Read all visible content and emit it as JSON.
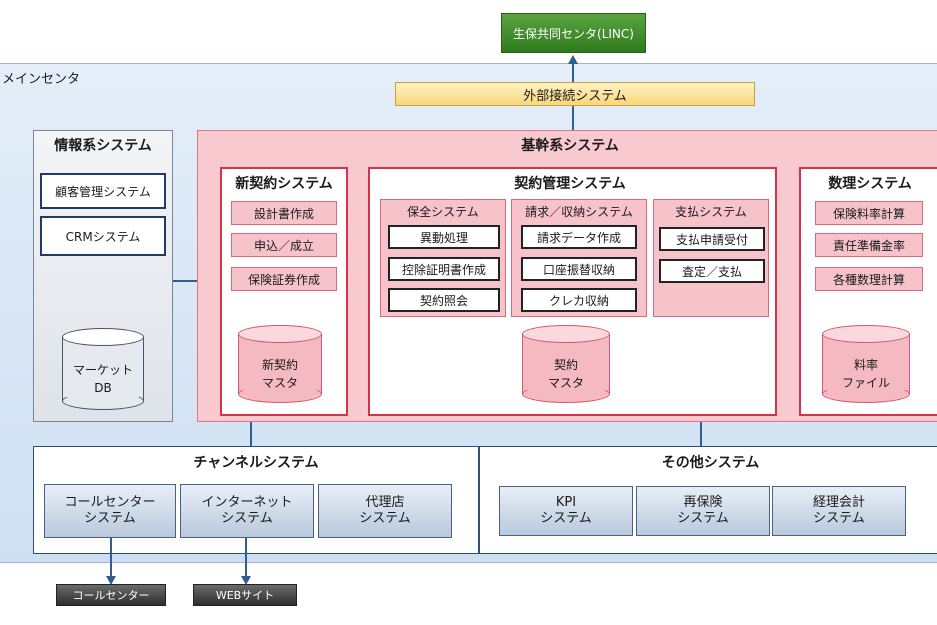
{
  "external": {
    "linc": "生保共同センタ(LINC)"
  },
  "main_center": {
    "label": "メインセンタ"
  },
  "gateway": {
    "label": "外部接続システム"
  },
  "info_system": {
    "title": "情報系システム",
    "items": [
      "顧客管理システム",
      "CRMシステム"
    ],
    "db": "マーケット\nDB"
  },
  "core_system": {
    "title": "基幹系システム",
    "new_contract": {
      "title": "新契約システム",
      "buttons": [
        "設計書作成",
        "申込／成立",
        "保険証券作成"
      ],
      "db": "新契約\nマスタ"
    },
    "contract_mgmt": {
      "title": "契約管理システム",
      "columns": [
        {
          "title": "保全システム",
          "items": [
            "異動処理",
            "控除証明書作成",
            "契約照会"
          ]
        },
        {
          "title": "請求／収納システム",
          "items": [
            "請求データ作成",
            "口座振替収納",
            "クレカ収納"
          ]
        },
        {
          "title": "支払システム",
          "items": [
            "支払申請受付",
            "査定／支払"
          ]
        }
      ],
      "db": "契約\nマスタ"
    },
    "actuarial": {
      "title": "数理システム",
      "buttons": [
        "保険料率計算",
        "責任準備金率",
        "各種数理計算"
      ],
      "db": "料率\nファイル"
    }
  },
  "channel_system": {
    "title": "チャンネルシステム",
    "items": [
      "コールセンター\nシステム",
      "インターネット\nシステム",
      "代理店\nシステム"
    ]
  },
  "other_system": {
    "title": "その他システム",
    "items": [
      "KPI\nシステム",
      "再保険\nシステム",
      "経理会計\nシステム"
    ]
  },
  "outputs": {
    "call_center": "コールセンター",
    "web_site": "WEBサイト"
  },
  "colors": {
    "accent_red": "#d6334a",
    "navy": "#1f3b66",
    "green": "#2e7a1c",
    "yellow": "#f8d77b",
    "panel_blue": "#cfdff2"
  }
}
